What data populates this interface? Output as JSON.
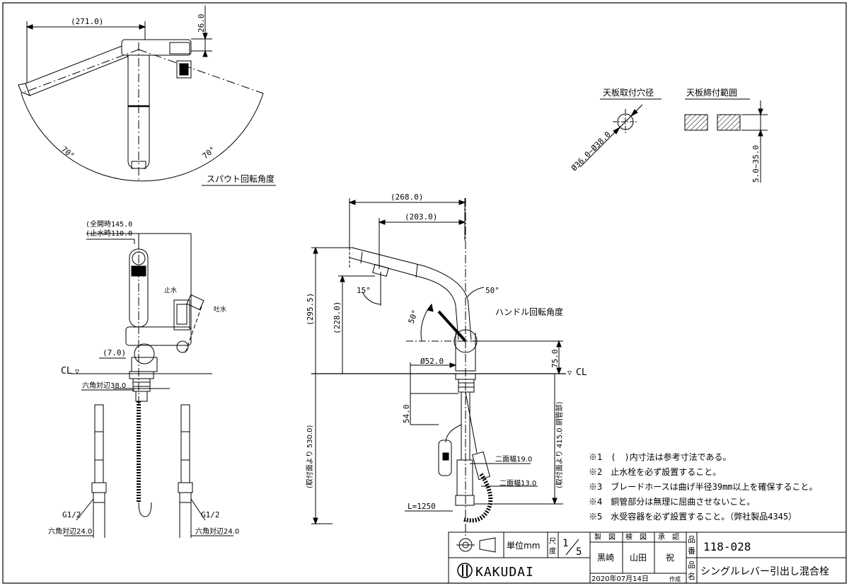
{
  "top_view": {
    "width_dim": "(271.0)",
    "height_dim": "26.0",
    "angle_left": "70°",
    "angle_right": "70°",
    "caption": "スパウト回転角度"
  },
  "hole_spec": {
    "label": "天板取付穴径",
    "dim": "Ø36.0~Ø38.0"
  },
  "clamp_spec": {
    "label": "天板締付範囲",
    "dim": "5.0~35.0"
  },
  "side_view": {
    "dim_total": "(全開時145.0",
    "dim_stop": "(止水時110.0",
    "label_stop": "止水",
    "label_flow": "吐水",
    "dim_7": "(7.0)",
    "cl_label": "CL",
    "nut_dim": "六角対辺38.0",
    "thread_left": "G1/2",
    "thread_right": "G1/2",
    "hex_left": "六角対辺24.0",
    "hex_right": "六角対辺24.0"
  },
  "front_view": {
    "dim_268": "(268.0)",
    "dim_203": "(203.0)",
    "dim_2955": "(295.5)",
    "dim_228": "(228.0)",
    "angle_15": "15°",
    "angle_50_top": "50°",
    "angle_50_left": "50°",
    "handle_caption": "ハンドル回転角度",
    "dia_52": "Ø52.0",
    "dim_75": "75.0",
    "cl_label": "CL",
    "dim_54": "54.0",
    "dim_530": "(取付面より 530.0)",
    "dim_415": "(取付面より 415.0 銅管部)",
    "width_19": "二面幅19.0",
    "width_13": "二面幅13.0",
    "hose_len": "L=1250"
  },
  "notes": [
    "※1　(　)内寸法は参考寸法である。",
    "※2　止水栓を必ず設置すること。",
    "※3　ブレードホースは曲げ半径39mm以上を確保すること。",
    "※4　銅管部分は無理に屈曲させないこと。",
    "※5　水受容器を必ず設置すること。（弊社製品4345）"
  ],
  "title_block": {
    "unit": "単位mm",
    "scale_label": "尺度",
    "scale_num": "1",
    "scale_den": "5",
    "col_draw": "製　図",
    "col_check": "検　図",
    "col_approve": "承　認",
    "drawer": "黒崎",
    "checker": "山田",
    "approver": "祝",
    "part_no_label": "品番",
    "part_no": "118-028",
    "name_label": "品名",
    "name": "シングルレバー引出し混合栓",
    "brand": "KAKUDAI",
    "date": "2020年07月14日",
    "date_suffix": "作成"
  }
}
